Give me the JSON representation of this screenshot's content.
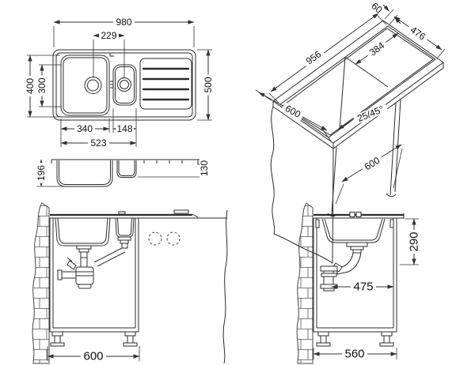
{
  "drawing": {
    "views": {
      "top": {
        "overall_width": "980",
        "tap_hole_spacing": "229",
        "bowl_outer_depth": "400",
        "bowl_inner_depth": "300",
        "main_bowl_width": "340",
        "half_bowl_width": "148",
        "bowls_overall_width": "523",
        "overall_depth": "500"
      },
      "section": {
        "main_bowl_depth": "196",
        "half_bowl_depth": "130"
      },
      "isometric": {
        "cutout_back_offset": "60",
        "cutout_depth": "476",
        "cutout_width": "956",
        "partition_offset": "384",
        "worktop_depth": "600",
        "chamfer_note": "25/45°",
        "cabinet_width": "600"
      },
      "front_installation": {
        "cabinet_width": "600"
      },
      "side_installation": {
        "rim_to_trap_height": "290",
        "trap_to_side_offset": "475",
        "cabinet_depth": "560"
      }
    }
  }
}
